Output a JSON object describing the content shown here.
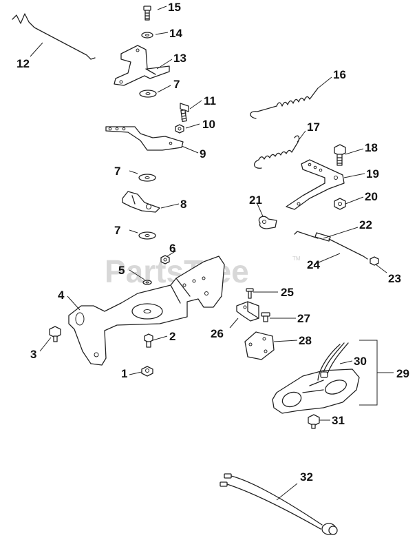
{
  "watermark": {
    "text": "PartsTree",
    "tm": "TM"
  },
  "callouts": {
    "c1": "1",
    "c2": "2",
    "c3": "3",
    "c4": "4",
    "c5": "5",
    "c6": "6",
    "c7a": "7",
    "c7b": "7",
    "c7c": "7",
    "c8": "8",
    "c9": "9",
    "c10": "10",
    "c11": "11",
    "c12": "12",
    "c13": "13",
    "c14": "14",
    "c15": "15",
    "c16": "16",
    "c17": "17",
    "c18": "18",
    "c19": "19",
    "c20": "20",
    "c21": "21",
    "c22": "22",
    "c23": "23",
    "c24": "24",
    "c25": "25",
    "c26": "26",
    "c27": "27",
    "c28": "28",
    "c29": "29",
    "c30": "30",
    "c31": "31",
    "c32": "32"
  }
}
